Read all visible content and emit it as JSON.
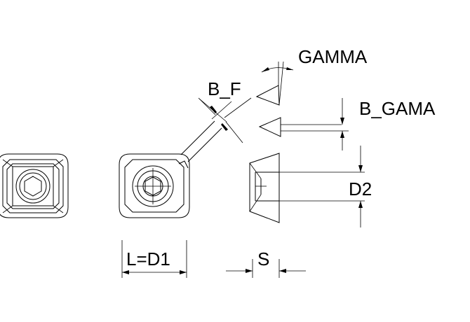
{
  "diagram": {
    "labels": {
      "gamma": "GAMMA",
      "b_f": "B_F",
      "b_gama": "B_GAMA",
      "d2": "D2",
      "l_d1": "L=D1",
      "s": "S"
    },
    "colors": {
      "line": "#000000",
      "background": "#ffffff"
    }
  }
}
